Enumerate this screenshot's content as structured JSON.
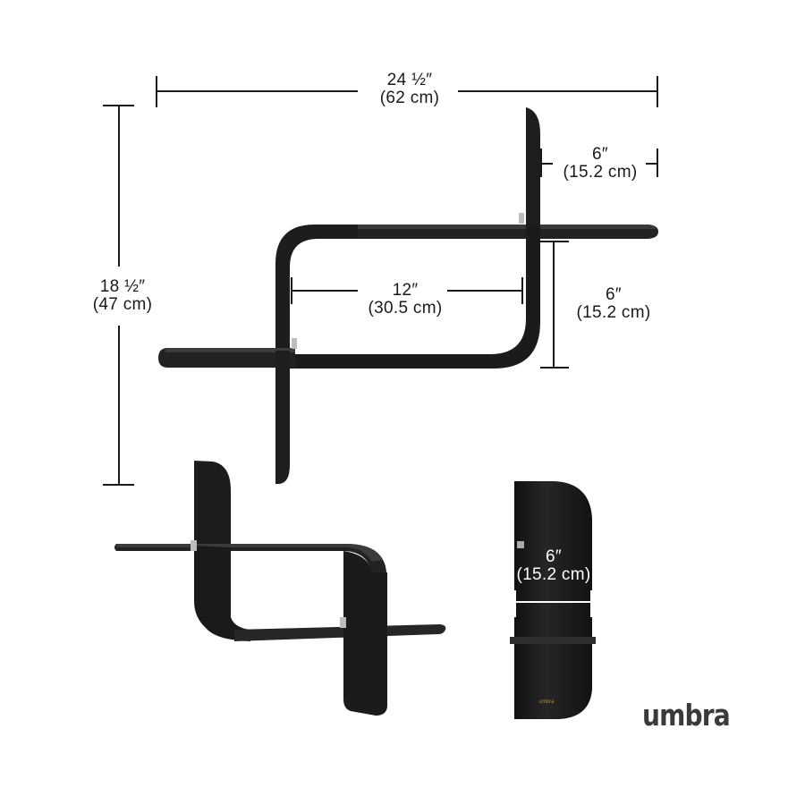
{
  "dimensions": {
    "total_width": {
      "imperial": "24 ½″",
      "metric": "(62 cm)"
    },
    "total_height": {
      "imperial": "18 ½″",
      "metric": "(47 cm)"
    },
    "upright_depth": {
      "imperial": "6″",
      "metric": "(15.2 cm)"
    },
    "inner_width": {
      "imperial": "12″",
      "metric": "(30.5 cm)"
    },
    "inner_height": {
      "imperial": "6″",
      "metric": "(15.2 cm)"
    },
    "side_depth": {
      "imperial": "6″",
      "metric": "(15.2 cm)"
    }
  },
  "brand": {
    "logo_text": "umbra",
    "small_logo_text": "umbra"
  },
  "colors": {
    "shelf": "#1c1c1c",
    "dimension_line": "#1a1a1a",
    "hardware": "#b8b8b8",
    "logo": "#3a3a3a"
  }
}
